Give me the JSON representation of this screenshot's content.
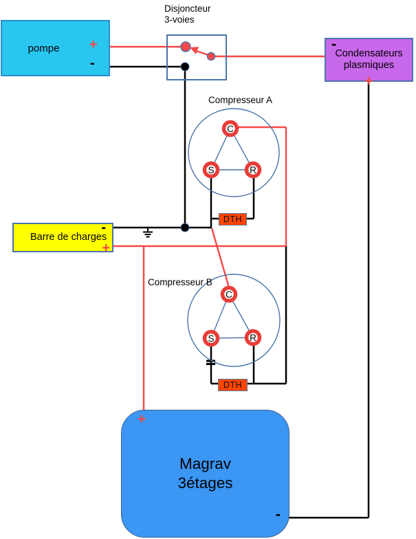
{
  "pump": {
    "label": "pompe",
    "plus": "+",
    "minus": "-"
  },
  "breaker": {
    "line1": "Disjoncteur",
    "line2": "3-voies"
  },
  "capacitors": {
    "line1": "Condensateurs",
    "line2": "plasmiques",
    "plus": "+",
    "minus": "-"
  },
  "compressor_a": {
    "label": "Compresseur A",
    "terminal_c": "C",
    "terminal_s": "S",
    "terminal_r": "R",
    "dth_label": "DTH"
  },
  "compressor_b": {
    "label": "Compresseur B",
    "terminal_c": "C",
    "terminal_s": "S",
    "terminal_r": "R",
    "dth_label": "DTH"
  },
  "load_bar": {
    "label": "Barre de charges",
    "plus": "+",
    "minus": "-"
  },
  "magrav": {
    "line1": "Magrav",
    "line2": "3étages",
    "plus": "+",
    "minus": "-"
  },
  "colors": {
    "wire_red": "#f64848",
    "wire_black": "#000000",
    "schematic_blue": "#4a74a8",
    "pump_fill": "#29c6f0",
    "pump_border": "#2b8fc8",
    "load_bar_fill": "#ffff00",
    "capacitors_fill": "#c868ea",
    "magrav_fill": "#3b96f4",
    "dth_fill": "#ff4500",
    "terminal_ring_red": "#e83d38",
    "box_border_blue": "#4a74a8"
  }
}
